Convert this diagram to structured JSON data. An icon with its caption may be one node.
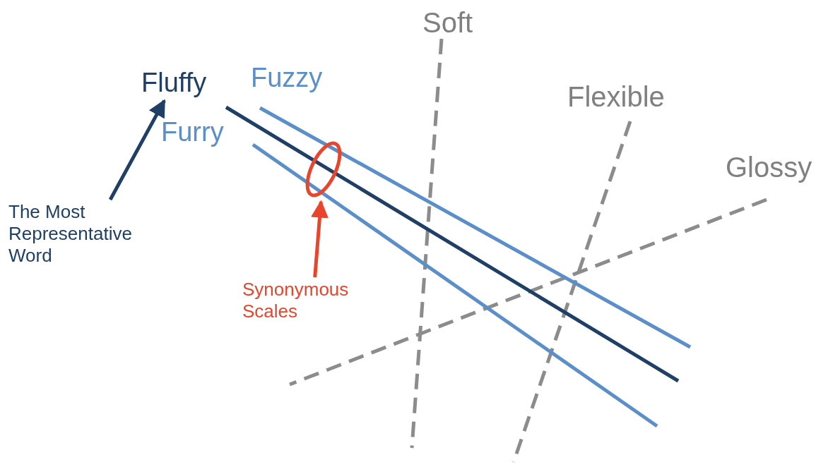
{
  "diagram": {
    "nodes": [
      {
        "text": [
          "The Most Representative Word"
        ]
      },
      {
        "text": [
          "Fluffy"
        ]
      },
      {
        "text": [
          "Synonymous Scales"
        ]
      },
      {
        "text": [],
        "shape": "ellipse"
      }
    ],
    "edges": [
      {
        "from": 0,
        "to": 1,
        "arrow": "to",
        "color": "#1f3f66"
      },
      {
        "from": 2,
        "to": 3,
        "arrow": "to",
        "color": "#e8452c"
      }
    ],
    "labels": [
      "Soft",
      "Fuzzy",
      "Flexible",
      "Furry",
      "Glossy"
    ]
  }
}
